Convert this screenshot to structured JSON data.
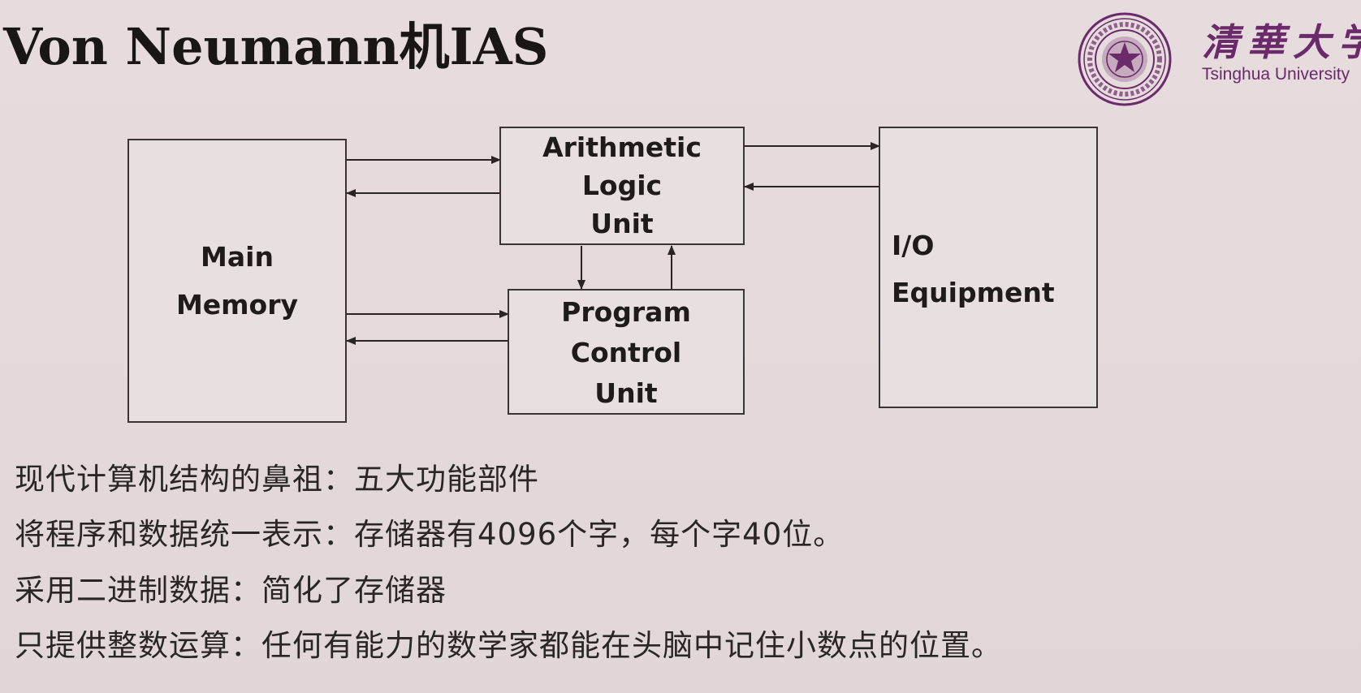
{
  "slide": {
    "title": "Von Neumann机IAS",
    "logo": {
      "seal_icon": "tsinghua-seal-icon",
      "chinese_text": "清華大学",
      "english_text": "Tsinghua University",
      "color": "#6b2a6a"
    }
  },
  "diagram": {
    "main_memory": {
      "line1": "Main",
      "line2": "Memory"
    },
    "alu": {
      "line1": "Arithmetic",
      "line2": "Logic",
      "line3": "Unit"
    },
    "pcu": {
      "line1": "Program",
      "line2": "Control",
      "line3": "Unit"
    },
    "io": {
      "line1": "I/O",
      "line2": "Equipment"
    }
  },
  "bullets": [
    "现代计算机结构的鼻祖：五大功能部件",
    "将程序和数据统一表示：存储器有4096个字，每个字40位。",
    "采用二进制数据：简化了存储器",
    "只提供整数运算：任何有能力的数学家都能在头脑中记住小数点的位置。"
  ]
}
